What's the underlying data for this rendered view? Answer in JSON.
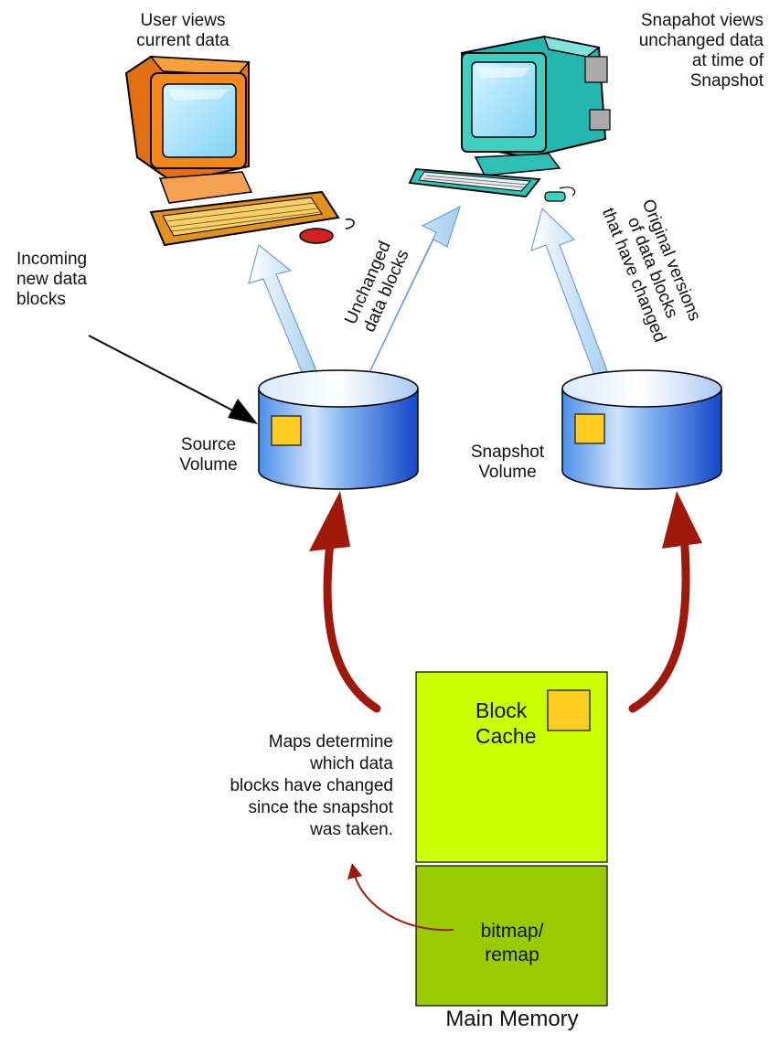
{
  "labels": {
    "user_views": [
      "User views",
      "current data"
    ],
    "snapshot_views": [
      "Snapahot views",
      "unchanged data",
      "at time of",
      "Snapshot"
    ],
    "incoming": [
      "Incoming",
      "new data",
      "blocks"
    ],
    "unchanged_blocks": [
      "Unchanged",
      "data blocks"
    ],
    "original_versions": [
      "Original versions",
      "of data blocks",
      "that have changed"
    ],
    "source_volume": [
      "Source",
      "Volume"
    ],
    "snapshot_volume": [
      "Snapshot",
      "Volume"
    ],
    "maps_determine": [
      "Maps determine",
      "which data",
      "blocks have changed",
      "since the snapshot",
      "was taken."
    ],
    "block_cache": [
      "Block",
      "Cache"
    ],
    "bitmap_remap": [
      "bitmap/",
      "remap"
    ],
    "main_memory": "Main Memory"
  },
  "colors": {
    "block_cache_fill": "#ccff00",
    "bitmap_fill": "#99cc00",
    "data_block_fill": "#ffcc22",
    "cylinder_blue": "#2f7de0",
    "red_arrow": "#a01808",
    "light_arrow": "#cfe6f8",
    "left_monitor": "#f08a1e",
    "right_monitor": "#3fd0c0"
  }
}
